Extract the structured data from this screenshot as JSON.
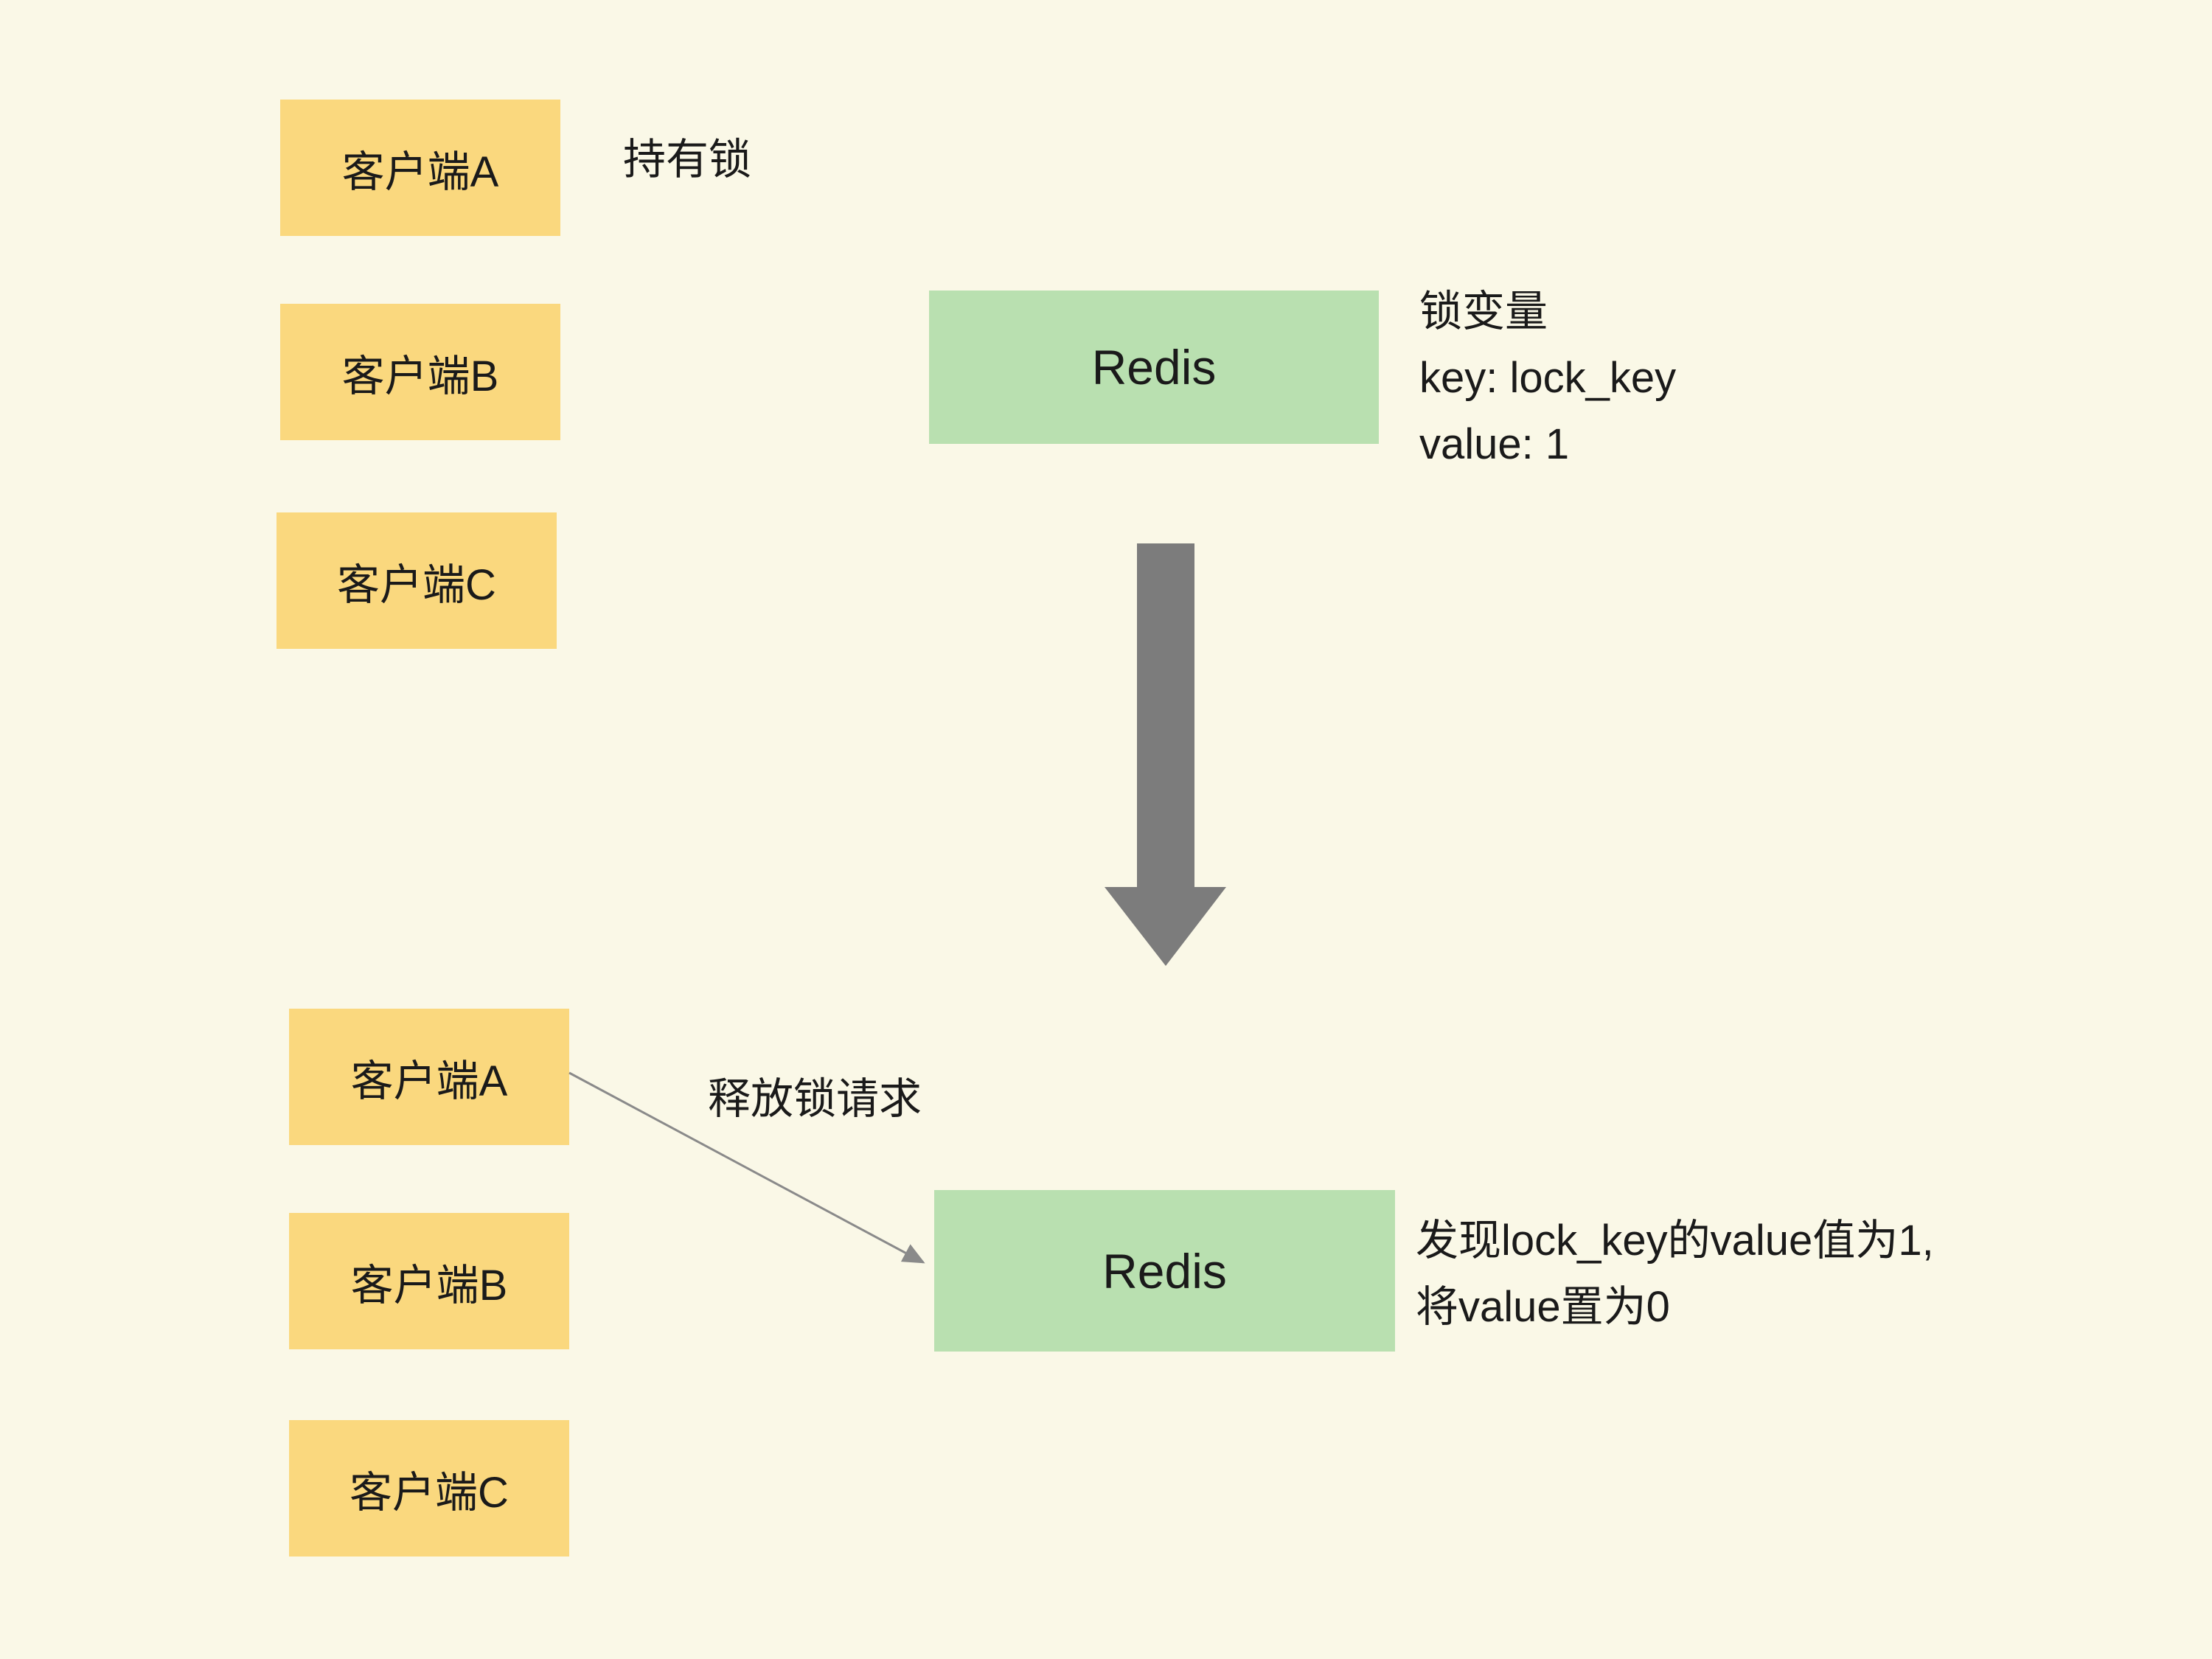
{
  "top": {
    "clients": [
      "客户端A",
      "客户端B",
      "客户端C"
    ],
    "holds_lock_label": "持有锁",
    "redis_label": "Redis",
    "lock_variable_lines": [
      "锁变量",
      "key: lock_key",
      "value: 1"
    ]
  },
  "bottom": {
    "clients": [
      "客户端A",
      "客户端B",
      "客户端C"
    ],
    "release_request_label": "释放锁请求",
    "redis_label": "Redis",
    "result_lines": [
      "发现lock_key的value值为1,",
      "将value置为0"
    ]
  },
  "colors": {
    "background": "#FAF8E7",
    "client_box_fill": "#FAD87E",
    "redis_box_fill": "#B9E0B0",
    "flow_arrow": "#7C7C7C",
    "request_arrow": "#8A8A8A",
    "text": "#1A1A1A"
  }
}
